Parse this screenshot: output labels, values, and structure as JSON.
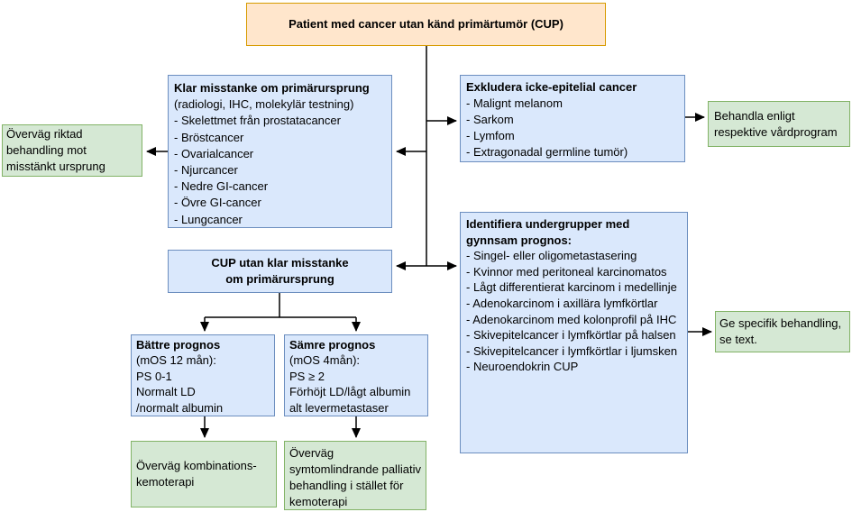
{
  "colors": {
    "blue_fill": "#dae8fc",
    "blue_border": "#6c8ebf",
    "green_fill": "#d5e8d4",
    "green_border": "#82b366",
    "orange_fill": "#ffe6cc",
    "orange_border": "#d79b00",
    "connector": "#000000"
  },
  "nodes": {
    "patient_cup": {
      "label": "Patient med cancer utan känd primärtumör (CUP)"
    },
    "klar_misstanke": {
      "title": "Klar misstanke om primärursprung",
      "subtitle": "(radiologi, IHC, molekylär testning)",
      "items": [
        "- Skelettmet från prostatacancer",
        "- Bröstcancer",
        "- Ovarialcancer",
        "- Njurcancer",
        "- Nedre GI-cancer",
        "- Övre GI-cancer",
        "- Lungcancer"
      ]
    },
    "overvag_riktad": {
      "label": "Överväg riktad behandling mot misstänkt ursprung"
    },
    "exkludera": {
      "title": "Exkludera icke-epitelial cancer",
      "items": [
        "- Malignt melanom",
        "- Sarkom",
        "- Lymfom",
        "- Extragonadal germline tumör)"
      ]
    },
    "behandla": {
      "label": "Behandla enligt respektive vårdprogram"
    },
    "cup_utan": {
      "line1": "CUP utan klar misstanke",
      "line2": "om primärursprung"
    },
    "identifiera": {
      "title": "Identifiera undergrupper med gynnsam prognos:",
      "items": [
        "- Singel- eller oligometastasering",
        "- Kvinnor med peritoneal karcinomatos",
        "- Lågt differentierat karcinom i medellinje",
        "- Adenokarcinom i axillära lymfkörtlar",
        "- Adenokarcinom med kolonprofil på IHC",
        "- Skivepitelcancer i lymfkörtlar på halsen",
        "- Skivepitelcancer i lymfkörtlar i ljumsken",
        "- Neuroendokrin CUP"
      ]
    },
    "ge_specifik": {
      "label": "Ge specifik behandling, se text."
    },
    "battre_prognos": {
      "title": "Bättre prognos",
      "lines": [
        "(mOS 12 mån):",
        "PS 0-1",
        "Normalt LD",
        "/normalt albumin"
      ]
    },
    "samre_prognos": {
      "title": "Sämre prognos",
      "lines": [
        "(mOS 4mån):",
        "PS ≥ 2",
        "Förhöjt LD/lågt albumin",
        "alt levermetastaser"
      ]
    },
    "kombination": {
      "label": "Överväg kombinations-kemoterapi"
    },
    "palliativ": {
      "label": "Överväg symtomlindrande palliativ behandling i stället för kemoterapi"
    }
  }
}
